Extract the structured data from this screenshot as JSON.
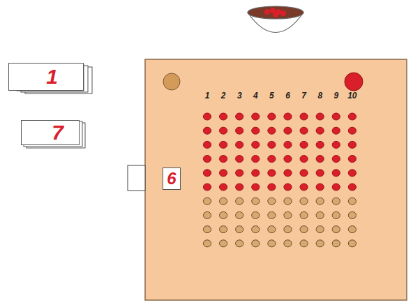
{
  "diagram": {
    "nodes": [
      {
        "text": [
          "1"
        ]
      },
      {
        "text": [
          "7"
        ]
      },
      {
        "text": [
          "6"
        ]
      }
    ],
    "labels": [
      "1",
      "2",
      "3",
      "4",
      "5",
      "6",
      "7",
      "8",
      "9",
      "10"
    ]
  }
}
